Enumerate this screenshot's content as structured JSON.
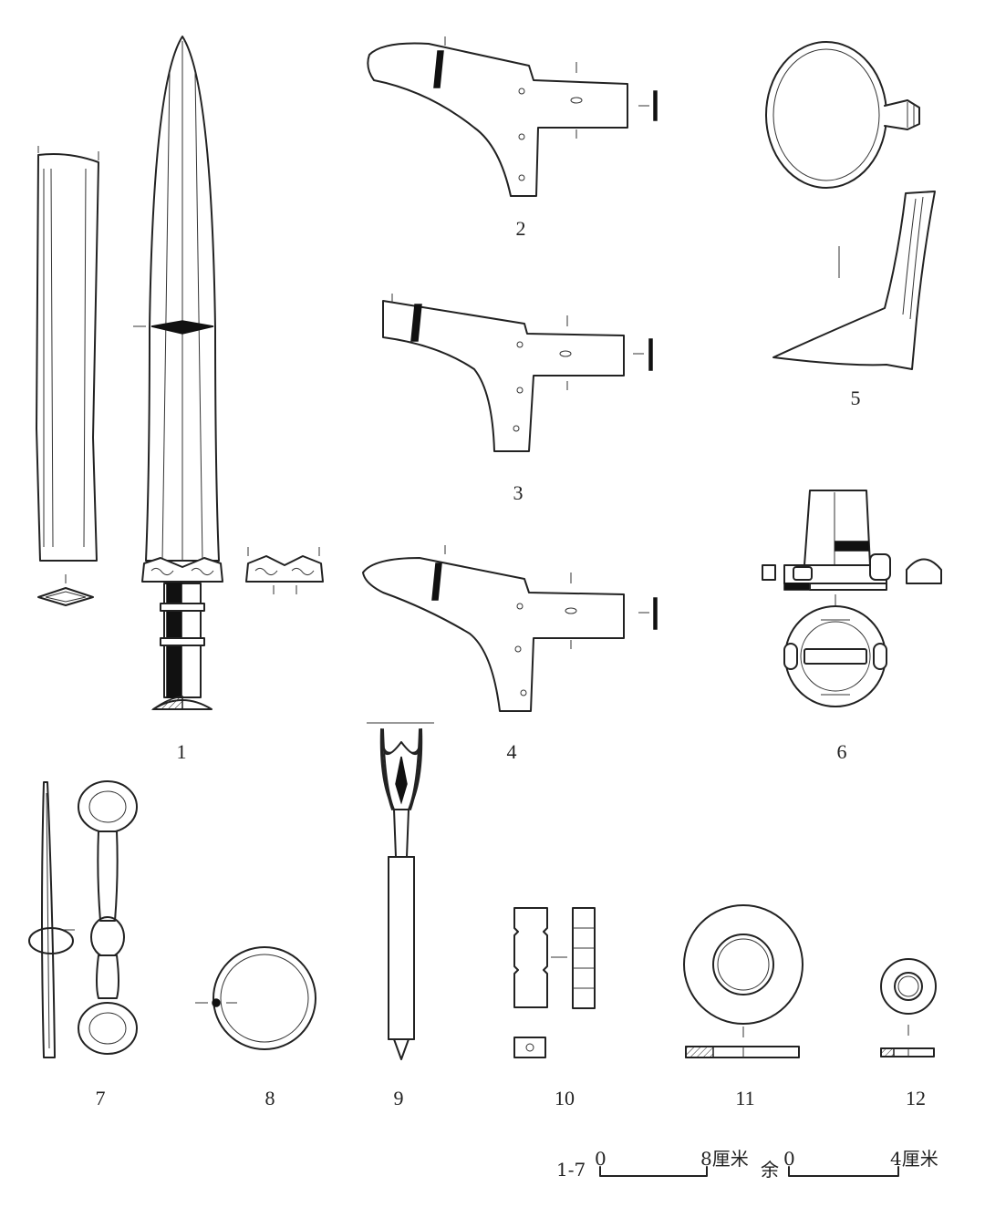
{
  "figure_labels": {
    "f1": "1",
    "f2": "2",
    "f3": "3",
    "f4": "4",
    "f5": "5",
    "f6": "6",
    "f7": "7",
    "f8": "8",
    "f9": "9",
    "f10": "10",
    "f11": "11",
    "f12": "12"
  },
  "scale_bars": {
    "left": {
      "group": "1-7",
      "start": "0",
      "end": "8厘米"
    },
    "right": {
      "group": "余",
      "start": "0",
      "end": "4厘米"
    }
  }
}
